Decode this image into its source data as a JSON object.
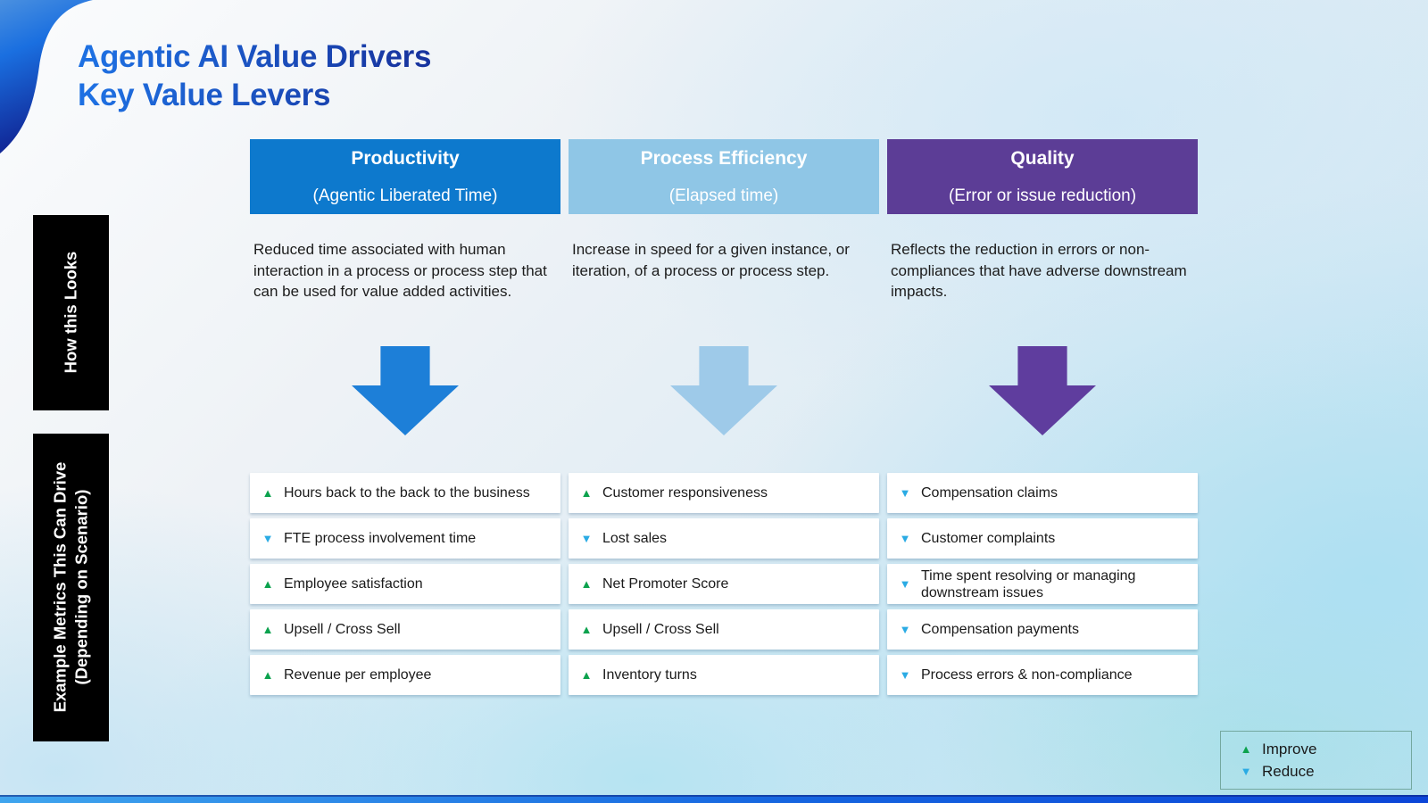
{
  "title": {
    "line1": "Agentic AI Value Drivers",
    "line2": "Key Value Levers"
  },
  "sidebar": {
    "how_this_looks": "How this Looks",
    "example_metrics_line1": "Example Metrics This Can Drive",
    "example_metrics_line2": "(Depending on Scenario)"
  },
  "columns": [
    {
      "title": "Productivity",
      "subtitle": "(Agentic Liberated Time)",
      "description": "Reduced time associated with human interaction in a process or process step that can be used for value added activities.",
      "metrics": [
        {
          "direction": "up",
          "label": "Hours back to the back to the business"
        },
        {
          "direction": "down",
          "label": "FTE process involvement time"
        },
        {
          "direction": "up",
          "label": "Employee satisfaction"
        },
        {
          "direction": "up",
          "label": "Upsell / Cross Sell"
        },
        {
          "direction": "up",
          "label": "Revenue per employee"
        }
      ]
    },
    {
      "title": "Process Efficiency",
      "subtitle": "(Elapsed time)",
      "description": "Increase in speed for a given instance, or iteration, of a process or process step.",
      "metrics": [
        {
          "direction": "up",
          "label": "Customer responsiveness"
        },
        {
          "direction": "down",
          "label": "Lost sales"
        },
        {
          "direction": "up",
          "label": "Net Promoter Score"
        },
        {
          "direction": "up",
          "label": "Upsell / Cross Sell"
        },
        {
          "direction": "up",
          "label": "Inventory turns"
        }
      ]
    },
    {
      "title": "Quality",
      "subtitle": "(Error or issue reduction)",
      "description": "Reflects the reduction in errors or non-compliances that have adverse downstream impacts.",
      "metrics": [
        {
          "direction": "down",
          "label": "Compensation claims"
        },
        {
          "direction": "down",
          "label": "Customer complaints"
        },
        {
          "direction": "down",
          "label": "Time spent resolving or managing downstream issues"
        },
        {
          "direction": "down",
          "label": "Compensation payments"
        },
        {
          "direction": "down",
          "label": "Process errors & non-compliance"
        }
      ]
    }
  ],
  "legend": {
    "improve_label": "Improve",
    "reduce_label": "Reduce"
  },
  "colors": {
    "title_gradient_start": "#1e70e2",
    "title_gradient_end": "#17349f",
    "productivity_header": "#0d79cd",
    "process_efficiency_header": "#8fc6e6",
    "quality_header": "#5c3d96",
    "productivity_arrow": "#1d7fd8",
    "process_efficiency_arrow": "#9ecae9",
    "quality_arrow": "#5f3d9e",
    "improve_triangle": "#0ca24e",
    "reduce_triangle": "#2aabe4",
    "sidebar_box": "#000000",
    "bottom_bar_start": "#3fa5ee",
    "bottom_bar_end": "#0b45d8"
  }
}
